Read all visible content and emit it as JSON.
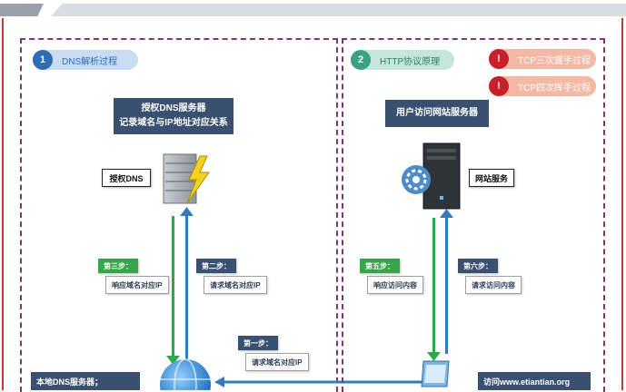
{
  "left": {
    "pill": {
      "num": "1",
      "label": "DNS解析过程"
    },
    "auth_server": {
      "line1": "授权DNS服务器",
      "line2": "记录域名与IP地址对应关系"
    },
    "auth_label": "授权DNS",
    "step3": {
      "tag": "第三步：",
      "text": "响应域名对应IP"
    },
    "step2": {
      "tag": "第二步：",
      "text": "请求域名对应IP"
    },
    "step1": {
      "tag": "第一步：",
      "text": "请求域名对应IP"
    },
    "local_server": "本地DNS服务器；"
  },
  "right": {
    "pill": {
      "num": "2",
      "label": "HTTP协议原理"
    },
    "tcp1": {
      "num": "!",
      "label": "TCP三次握手过程"
    },
    "tcp2": {
      "num": "!",
      "label": "TCP四次挥手过程"
    },
    "user_visit": "用户访问网站服务器",
    "web_label": "网站服务",
    "step5": {
      "tag": "第五步：",
      "text": "响应访问内容"
    },
    "step6": {
      "tag": "第六步：",
      "text": "请求访问内容"
    },
    "bottom_label": "访问www.etiantian.org"
  },
  "colors": {
    "green_arrow": "#2ea84a",
    "blue_arrow": "#3a79b8",
    "frame_red": "#c23a3a",
    "panel_dash": "#7a3a6e"
  }
}
